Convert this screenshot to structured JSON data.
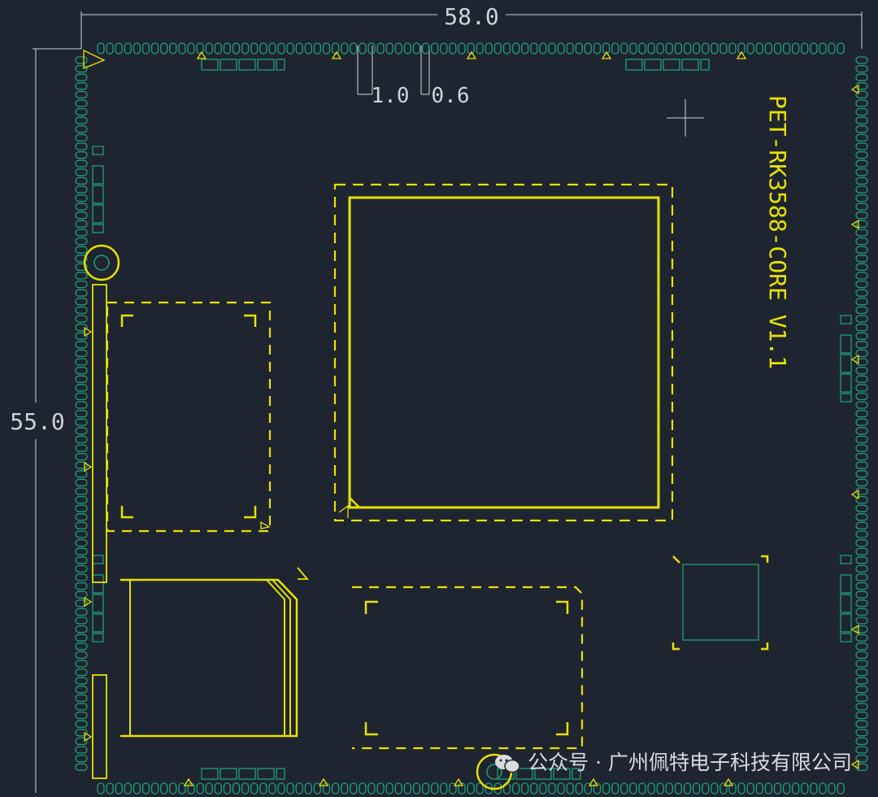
{
  "dimensions": {
    "width": "58.0",
    "height": "55.0",
    "pin_pitch": "1.0",
    "pin_width": "0.6"
  },
  "silkscreen": {
    "board_label": "PET-RK3588-CORE V1.1"
  },
  "watermark": {
    "text": "公众号 · 广州佩特电子科技有限公司"
  },
  "colors": {
    "background": "#1f2530",
    "pad": "#1fa07a",
    "silkscreen": "#e8e200",
    "dimension": "#cfd3d8"
  }
}
